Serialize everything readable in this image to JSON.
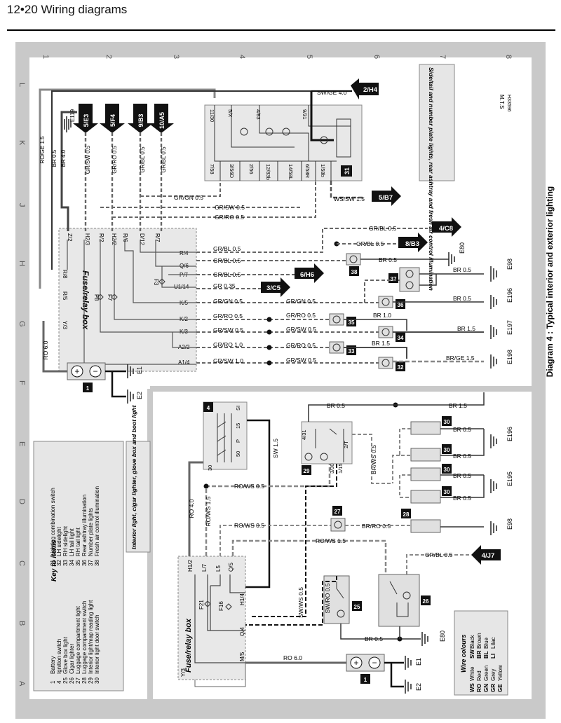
{
  "header": {
    "title": "12•20  Wiring diagrams"
  },
  "diagram_title": "Diagram 4 : Typical interior and exterior lighting",
  "sections": {
    "upper": "Side/tail and number plate lights, rear ashtray and fresh air control illumination",
    "lower": "Interior light, cigar lighter, glove box and boot light"
  },
  "grid": {
    "columns": [
      "1",
      "2",
      "3",
      "4",
      "5",
      "6",
      "7",
      "8"
    ],
    "rows": [
      "L",
      "K",
      "J",
      "H",
      "G",
      "F",
      "E",
      "D",
      "C",
      "B",
      "A"
    ]
  },
  "key": {
    "title": "Key to items",
    "items": [
      {
        "num": "1",
        "label": "Battery"
      },
      {
        "num": "4",
        "label": "Ignition switch"
      },
      {
        "num": "25",
        "label": "Glove box light"
      },
      {
        "num": "26",
        "label": "Cigar lighter"
      },
      {
        "num": "27",
        "label": "Luggage compartment light"
      },
      {
        "num": "28",
        "label": "Luggage compartment switch"
      },
      {
        "num": "29",
        "label": "Interior light/map reading light"
      },
      {
        "num": "30",
        "label": "Interior light door switch"
      },
      {
        "num": "31",
        "label": "Lighting combination switch"
      },
      {
        "num": "32",
        "label": "LH sidelight"
      },
      {
        "num": "33",
        "label": "RH sidelight"
      },
      {
        "num": "34",
        "label": "LH tail light"
      },
      {
        "num": "35",
        "label": "RH tail light"
      },
      {
        "num": "36",
        "label": "Rear ashtray illumination"
      },
      {
        "num": "37",
        "label": "Number plate lights"
      },
      {
        "num": "38",
        "label": "Fresh air control illumination"
      }
    ]
  },
  "wire_colours": {
    "title": "Wire colours",
    "items": [
      {
        "code": "WS",
        "name": "White"
      },
      {
        "code": "SW",
        "name": "Black"
      },
      {
        "code": "RO",
        "name": "Red"
      },
      {
        "code": "BR",
        "name": "Brown"
      },
      {
        "code": "GN",
        "name": "Green"
      },
      {
        "code": "BL",
        "name": "Blue"
      },
      {
        "code": "GR",
        "name": "Grey"
      },
      {
        "code": "LI",
        "name": "Lilac"
      },
      {
        "code": "GE",
        "name": "Yellow"
      }
    ]
  },
  "code_stamp": "H33596",
  "stamp": "M.T.S",
  "fuse_box_label": "Fuse/relay box",
  "upper": {
    "fuse_pins_top": [
      "Z/2",
      "H2/3",
      "R/2",
      "H2/2",
      "R/6",
      "D/12",
      "R/7"
    ],
    "fuse_pins_right": [
      "R/4",
      "Q/6",
      "P/7",
      "U1/14",
      "K/5",
      "K/2",
      "K/3",
      "A2/2",
      "A1/4"
    ],
    "fuse_pins_left": [
      "R/8",
      "R/5",
      "Y/3"
    ],
    "fuses": [
      "F8",
      "F7",
      "F3"
    ],
    "wires_right": [
      {
        "label": "GR/BL 0.5",
        "to": ""
      },
      {
        "label": "GR/BL 0.5",
        "to": ""
      },
      {
        "label": "GR/BL 0.5",
        "to": "6/H6"
      },
      {
        "label": "GR 0.35",
        "to": "3/C5"
      },
      {
        "label": "GR/GN 0.5",
        "to": ""
      },
      {
        "label": "GR/RO 0.5",
        "to": ""
      },
      {
        "label": "GR/SW 0.5",
        "to": ""
      },
      {
        "label": "GR/RO 1.0",
        "to": ""
      },
      {
        "label": "GR/SW 1.0",
        "to": ""
      }
    ],
    "mid_wires": [
      "GR/GN 0.5",
      "GR/RO 0.5",
      "GR/SW 0.5",
      "GR/SW 0.5",
      "GR/RO 0.5",
      "GR/SW 0.5"
    ],
    "verticals": [
      {
        "label": "RO/GE 1.5"
      },
      {
        "label": "BR 0.5"
      },
      {
        "label": "BR 4.0"
      },
      {
        "label": "GR/SW 0.5",
        "ref": "5/E3"
      },
      {
        "label": "GR/RO 0.5",
        "ref": "5/F4"
      },
      {
        "label": "GR/BL 0.5",
        "ref": "9/B3"
      },
      {
        "label": "GR/BL 0.5",
        "ref": "10/A5"
      }
    ],
    "ground_e119": "E119",
    "switch31_pins_top": [
      "11/30",
      "5/X",
      "4/83",
      "9/31"
    ],
    "switch31_pins_bottom": [
      "7/58",
      "3/56D",
      "2/56",
      "12/83b",
      "14/58L",
      "6/58R",
      "1/58b"
    ],
    "switch31_num": "31",
    "wire_swge": "SW/GE 4.0",
    "ref_swge": "2/H4",
    "wire_ws": "WS/SW 1.5",
    "ref_ws": "5/B7",
    "wire_grgn": "GR/GN 0.5",
    "wire_grsw": "GR/SW 0.5",
    "wire_grro": "GR/RO 0.5",
    "right_refs": [
      {
        "label": "GR/BL 0.5",
        "to": "4/C8"
      },
      {
        "label": "GR/BL 0.5",
        "to": "8/B3"
      }
    ],
    "lamps": [
      {
        "num": "38",
        "wire": "BR 0.5",
        "ground": "E80"
      },
      {
        "num": "37",
        "wire": "BR 0.5",
        "ground": "E98"
      },
      {
        "num": "36",
        "wire": "BR 0.5",
        "ground": "E196"
      },
      {
        "num": "35",
        "wire": "BR 1.0",
        "ground": ""
      },
      {
        "num": "34",
        "wire": "BR 1.5",
        "ground": "E197"
      },
      {
        "num": "33",
        "wire": "BR 1.5",
        "ground": ""
      },
      {
        "num": "32",
        "wire": "BR/GE 1.5",
        "ground": "E198"
      }
    ],
    "battery_wire": "RO 6.0",
    "battery_num": "1",
    "grounds_battery": [
      "E1",
      "E2"
    ]
  },
  "lower": {
    "fuse_pins_top": [
      "H1/2",
      "L/7",
      "L5",
      "Q/5"
    ],
    "fuse_pins_right": [
      "H1/4",
      "Q/4",
      "M/5"
    ],
    "fuse_pins_left": [
      "Y/3"
    ],
    "fuses": [
      "F21",
      "F16"
    ],
    "switch4_num": "4",
    "switch4_pins": [
      "30",
      "15",
      "P",
      "50",
      "SI"
    ],
    "wire_sw15": "SW 1.5",
    "wire_ro40": "RO 4.0",
    "wire_rows15": "RO/WS 1.5",
    "wire_rows05a": "RO/WS 0.5",
    "wire_rows05b": "RO/WS 0.5",
    "wire_rows15b": "RO/WS 1.5",
    "wire_swws": "SW/WS 0.5",
    "wire_swro": "SW/RO 0.5",
    "wire_br05a": "BR 0.5",
    "wire_br15": "BR 1.5",
    "wire_brws": "BR/WS 0.5",
    "wire_brro": "BR/RO 0.5",
    "wire_grbl": "GR/BL 0.5",
    "ref_grbl": "4/J7",
    "wire_ro60": "RO 6.0",
    "items": {
      "l29": "29",
      "l29_pins": [
        "4/31",
        "2/T",
        "3/30",
        "1/15"
      ],
      "l27": "27",
      "l28": "28",
      "l25": "25",
      "l26": "26",
      "door": "30",
      "battery": "1"
    },
    "door_wires": [
      "BR 0.5",
      "BR 0.5",
      "BR 0.5",
      "BR 0.5"
    ],
    "grounds": [
      "E196",
      "E195",
      "E98",
      "E80",
      "E1",
      "E2"
    ]
  }
}
